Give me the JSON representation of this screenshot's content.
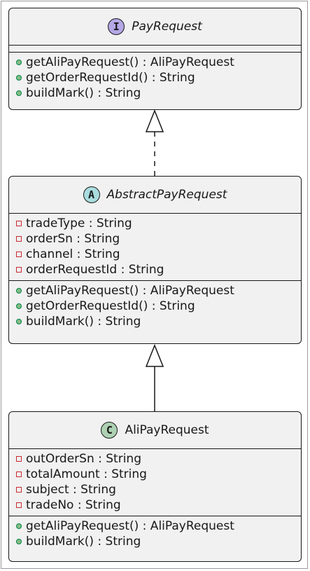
{
  "classes": [
    {
      "id": "payrequest",
      "stereotype": "I",
      "kind": "interface",
      "name": "PayRequest",
      "italic": true,
      "fields": [],
      "methods": [
        "getAliPayRequest() : AliPayRequest",
        "getOrderRequestId() : String",
        "buildMark() : String"
      ]
    },
    {
      "id": "abstractpayrequest",
      "stereotype": "A",
      "kind": "abstract",
      "name": "AbstractPayRequest",
      "italic": true,
      "fields": [
        "tradeType : String",
        "orderSn : String",
        "channel : String",
        "orderRequestId : String"
      ],
      "methods": [
        "getAliPayRequest() : AliPayRequest",
        "getOrderRequestId() : String",
        "buildMark() : String"
      ]
    },
    {
      "id": "alipayrequest",
      "stereotype": "C",
      "kind": "class",
      "name": "AliPayRequest",
      "italic": false,
      "fields": [
        "outOrderSn : String",
        "totalAmount : String",
        "subject : String",
        "tradeNo : String"
      ],
      "methods": [
        "getAliPayRequest() : AliPayRequest",
        "buildMark() : String"
      ]
    }
  ],
  "relations": [
    {
      "from": "abstractpayrequest",
      "to": "payrequest",
      "type": "realization"
    },
    {
      "from": "alipayrequest",
      "to": "abstractpayrequest",
      "type": "generalization"
    }
  ],
  "colors": {
    "box_fill": "#f1f1f1",
    "line": "#181818",
    "interface_badge": "#b4a7e5",
    "abstract_badge": "#a9dcdf",
    "class_badge": "#add1b2",
    "public_marker": "#84be84",
    "private_marker": "#c82930"
  }
}
